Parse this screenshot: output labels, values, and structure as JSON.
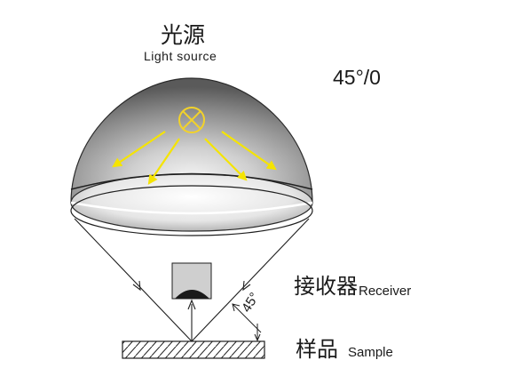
{
  "light_source": {
    "label_cn": "光源",
    "label_en": "Light source"
  },
  "geometry_label": "45°/0",
  "receiver": {
    "label_cn": "接收器",
    "label_en": "Receiver"
  },
  "angle_label": "45°",
  "sample": {
    "label_cn": "样品",
    "label_en": "Sample"
  },
  "colors": {
    "dome_light": "#f4f4f4",
    "dome_dark": "#5a5a5a",
    "arrow_yellow": "#f5e400",
    "lamp_yellow": "#f2d22a",
    "line": "#1f1f1f"
  },
  "icons": {
    "lamp": "lamp-icon",
    "light_rays": "arrow-icon"
  }
}
